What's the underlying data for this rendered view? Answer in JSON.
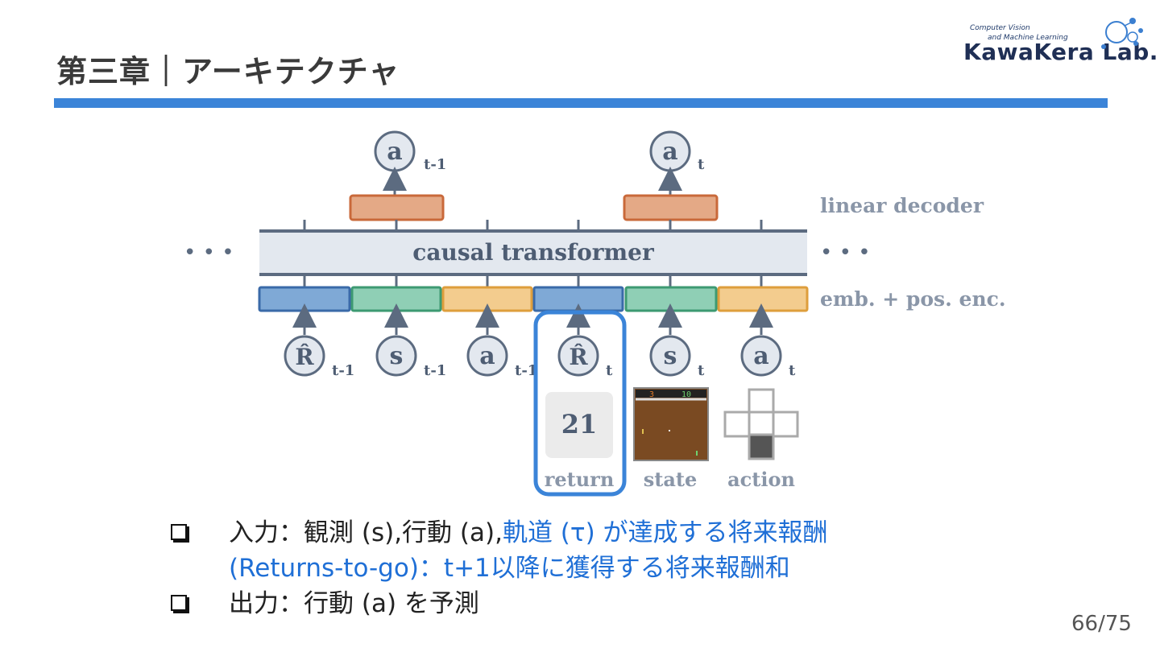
{
  "slide": {
    "title": "第三章｜アーキテクチャ",
    "page_number": "66/75"
  },
  "logo": {
    "line1": "Computer Vision",
    "line2": "and Machine Learning",
    "name": "KawaKera Lab."
  },
  "diagram": {
    "outputs": [
      {
        "symbol": "a",
        "subscript": "t-1"
      },
      {
        "symbol": "a",
        "subscript": "t"
      }
    ],
    "layers": {
      "linear_decoder": "linear decoder",
      "transformer": "causal transformer",
      "embedding": "emb. + pos. enc."
    },
    "ellipsis": "• • •",
    "inputs": [
      {
        "symbol": "R̂",
        "subscript": "t-1"
      },
      {
        "symbol": "s",
        "subscript": "t-1"
      },
      {
        "symbol": "a",
        "subscript": "t-1"
      },
      {
        "symbol": "R̂",
        "subscript": "t"
      },
      {
        "symbol": "s",
        "subscript": "t"
      },
      {
        "symbol": "a",
        "subscript": "t"
      }
    ],
    "examples": {
      "return_value": "21",
      "return_label": "return",
      "state_label": "state",
      "state_score_left": "3",
      "state_score_right": "10",
      "action_label": "action"
    },
    "colors": {
      "blue": "#7fa9d6",
      "green": "#8fcfb5",
      "orange": "#f3cc8e",
      "decoder": "#e4a986",
      "highlight": "#3b84d8"
    }
  },
  "bullets": [
    {
      "black1": "入力：観測 (s),行動 (a),",
      "blue1": "軌道 (τ) が達成する将来報酬",
      "blue2": "(Returns-to-go)：t+1以降に獲得する将来報酬和"
    },
    {
      "black1": "出力：行動 (a) を予測"
    }
  ]
}
